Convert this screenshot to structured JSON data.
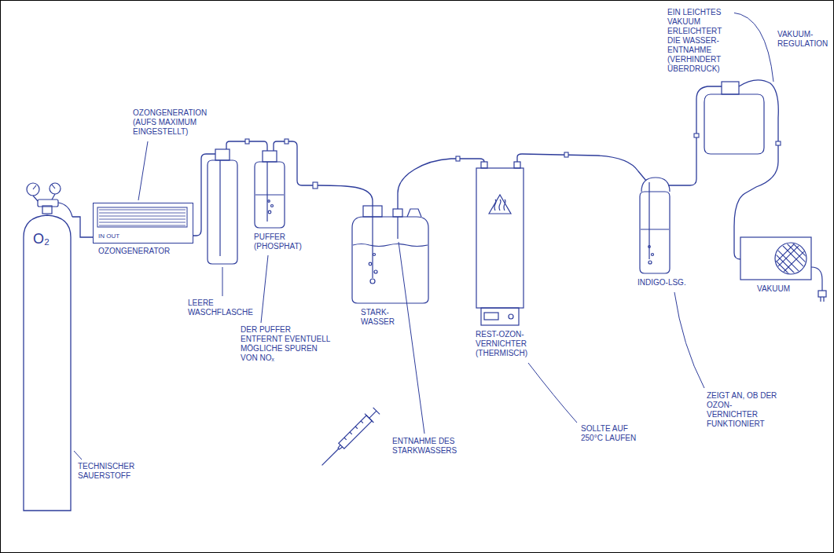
{
  "diagram": {
    "nodes": [
      {
        "text": [
          "O₂"
        ]
      },
      {
        "text": [
          "IN OUT"
        ]
      }
    ],
    "edges": [
      {
        "from": 0,
        "to": 1,
        "arrow": "none"
      }
    ],
    "labels": [
      "OZONGENERATION (AUFS MAXIMUM EINGESTELLT)",
      "OZONGENERATOR",
      "TECHNISCHER SAUERSTOFF",
      "LEERE WASCHFLASCHE",
      "PUFFER (PHOSPHAT)",
      "DER PUFFER ENTFERNT EVENTUELL MÖGLICHE SPUREN VON NOₓ",
      "STARK-WASSER",
      "ENTNAHME DES STARKWASSERS",
      "REST-OZON-VERNICHTER (THERMISCH)",
      "SOLLTE AUF 250°C LAUFEN",
      "INDIGO-LSG.",
      "ZEIGT AN, OB DER OZON-VERNICHTER FUNKTIONIERT",
      "EIN LEICHTES VAKUUM ERLEICHTERT DIE WASSER-ENTNAHME (VERHINDERT ÜBERDRUCK)",
      "VAKUUM-REGULATION",
      "VAKUUM"
    ]
  }
}
